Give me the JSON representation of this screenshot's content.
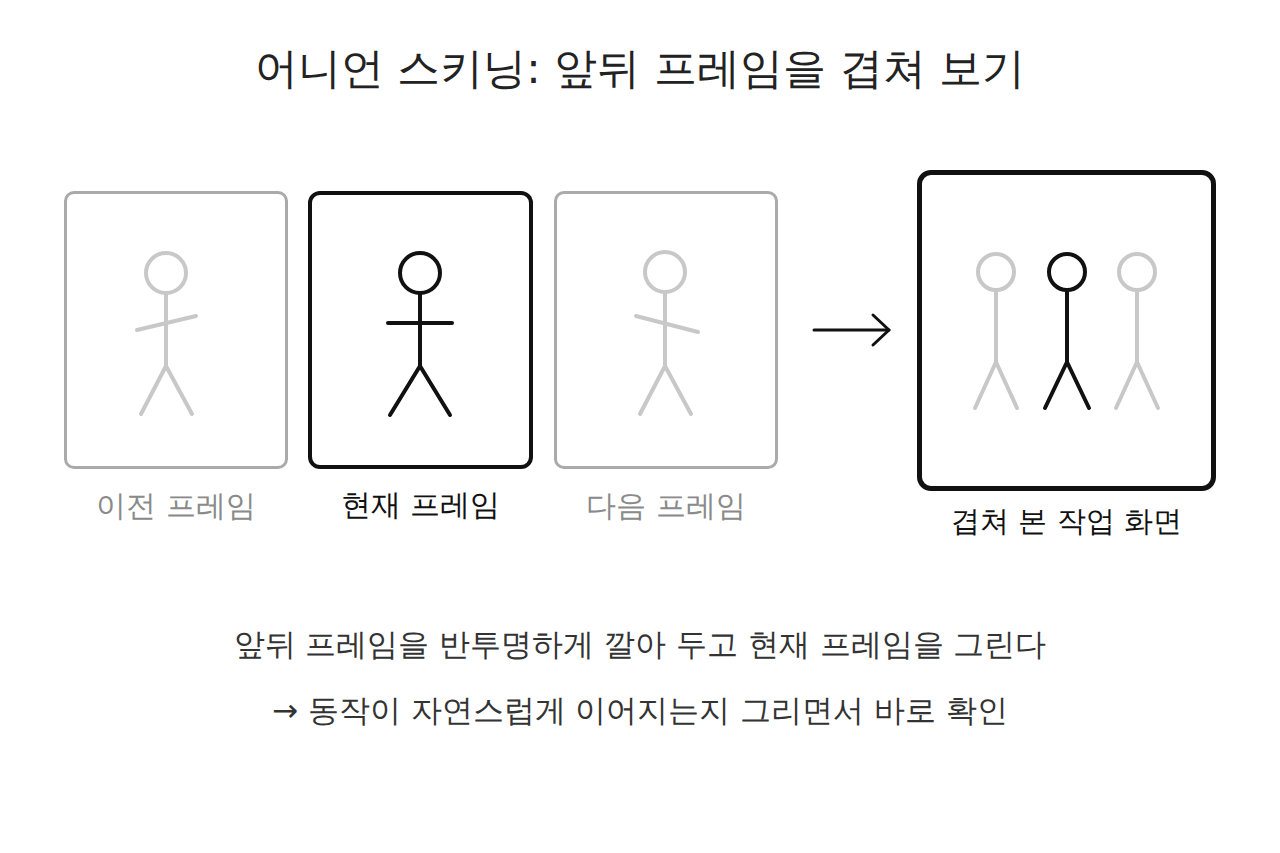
{
  "diagram": {
    "title": "어니언 스키닝: 앞뒤 프레임을 겹쳐 보기",
    "nodes": [
      {
        "text": [
          "이전 프레임"
        ]
      },
      {
        "text": [
          "현재 프레임"
        ]
      },
      {
        "text": [
          "다음 프레임"
        ]
      },
      {
        "text": [
          "겹쳐 본 작업 화면"
        ]
      }
    ],
    "edges": [
      {
        "from": 2,
        "to": 3,
        "arrow": "to"
      }
    ],
    "labels": [
      "앞뒤 프레임을 반투명하게 깔아 두고 현재 프레임을 그린다",
      "→ 동작이 자연스럽게 이어지는지 그리면서 바로 확인"
    ]
  }
}
